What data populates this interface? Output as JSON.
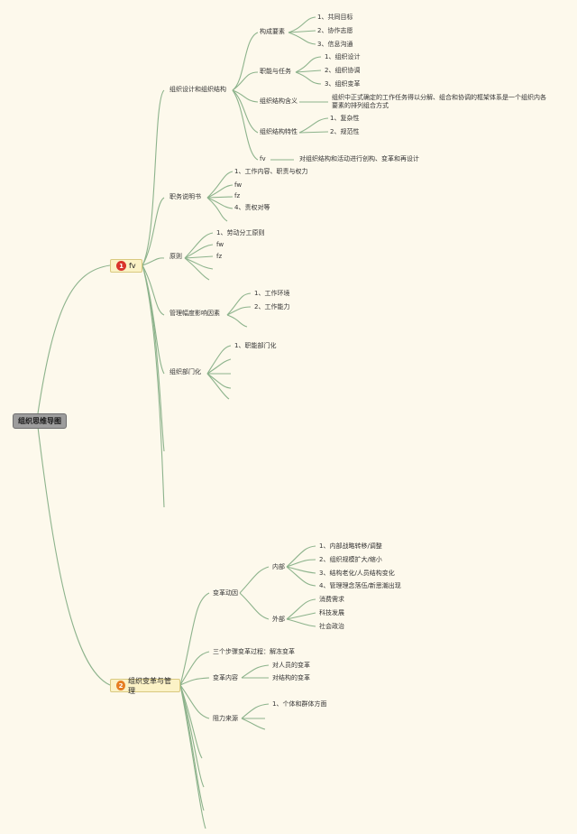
{
  "root": "组织思维导图",
  "colors": {
    "branch": "#8db38c",
    "badge1": "#d9342b",
    "badge2": "#e67e22"
  },
  "b1": {
    "badge": "1",
    "label": "fv",
    "design": {
      "label": "组织设计和组织结构",
      "elements": {
        "label": "构成要素",
        "items": [
          "1、共同目标",
          "2、协作志愿",
          "3、信息沟通"
        ]
      },
      "duties": {
        "label": "职能与任务",
        "items": [
          "1、组织设计",
          "2、组织协调",
          "3、组织变革"
        ]
      },
      "meaning": {
        "label": "组织结构含义",
        "text": "组织中正式确定的工作任务得以分解、组合和协调的框架体系是一个组织内各要素的排列组合方式"
      },
      "traits": {
        "label": "组织结构特性",
        "items": [
          "1、复杂性",
          "2、规范性"
        ]
      },
      "fv": {
        "label": "fv",
        "text": "对组织结构和活动进行创构、变革和再设计"
      }
    },
    "jobdesc": {
      "label": "职务说明书",
      "items": [
        "1、工作内容、职责与权力",
        "fw",
        "fz",
        "4、责权对等"
      ]
    },
    "principle": {
      "label": "原则",
      "items": [
        "1、劳动分工原则",
        "fw",
        "fz"
      ]
    },
    "span": {
      "label": "管理幅度影响因素",
      "items": [
        "1、工作环境",
        "2、工作能力"
      ]
    },
    "dept": {
      "label": "组织部门化",
      "items": [
        "1、职能部门化"
      ]
    }
  },
  "b2": {
    "badge": "2",
    "label": "组织变革与管理",
    "causes": {
      "label": "变革动因",
      "internal": {
        "label": "内部",
        "items": [
          "1、内部战略转移/调整",
          "2、组织规模扩大/缩小",
          "3、结构老化/人员结构变化",
          "4、管理理念落伍/新思潮出现"
        ]
      },
      "external": {
        "label": "外部",
        "items": [
          "消费需求",
          "科技发展",
          "社会政治"
        ]
      }
    },
    "steps": "三个步骤变革过程：解冻变革",
    "content": {
      "label": "变革内容",
      "items": [
        "对人员的变革",
        "对结构的变革"
      ]
    },
    "resist": {
      "label": "阻力来源",
      "items": [
        "1、个体和群体方面"
      ]
    }
  }
}
